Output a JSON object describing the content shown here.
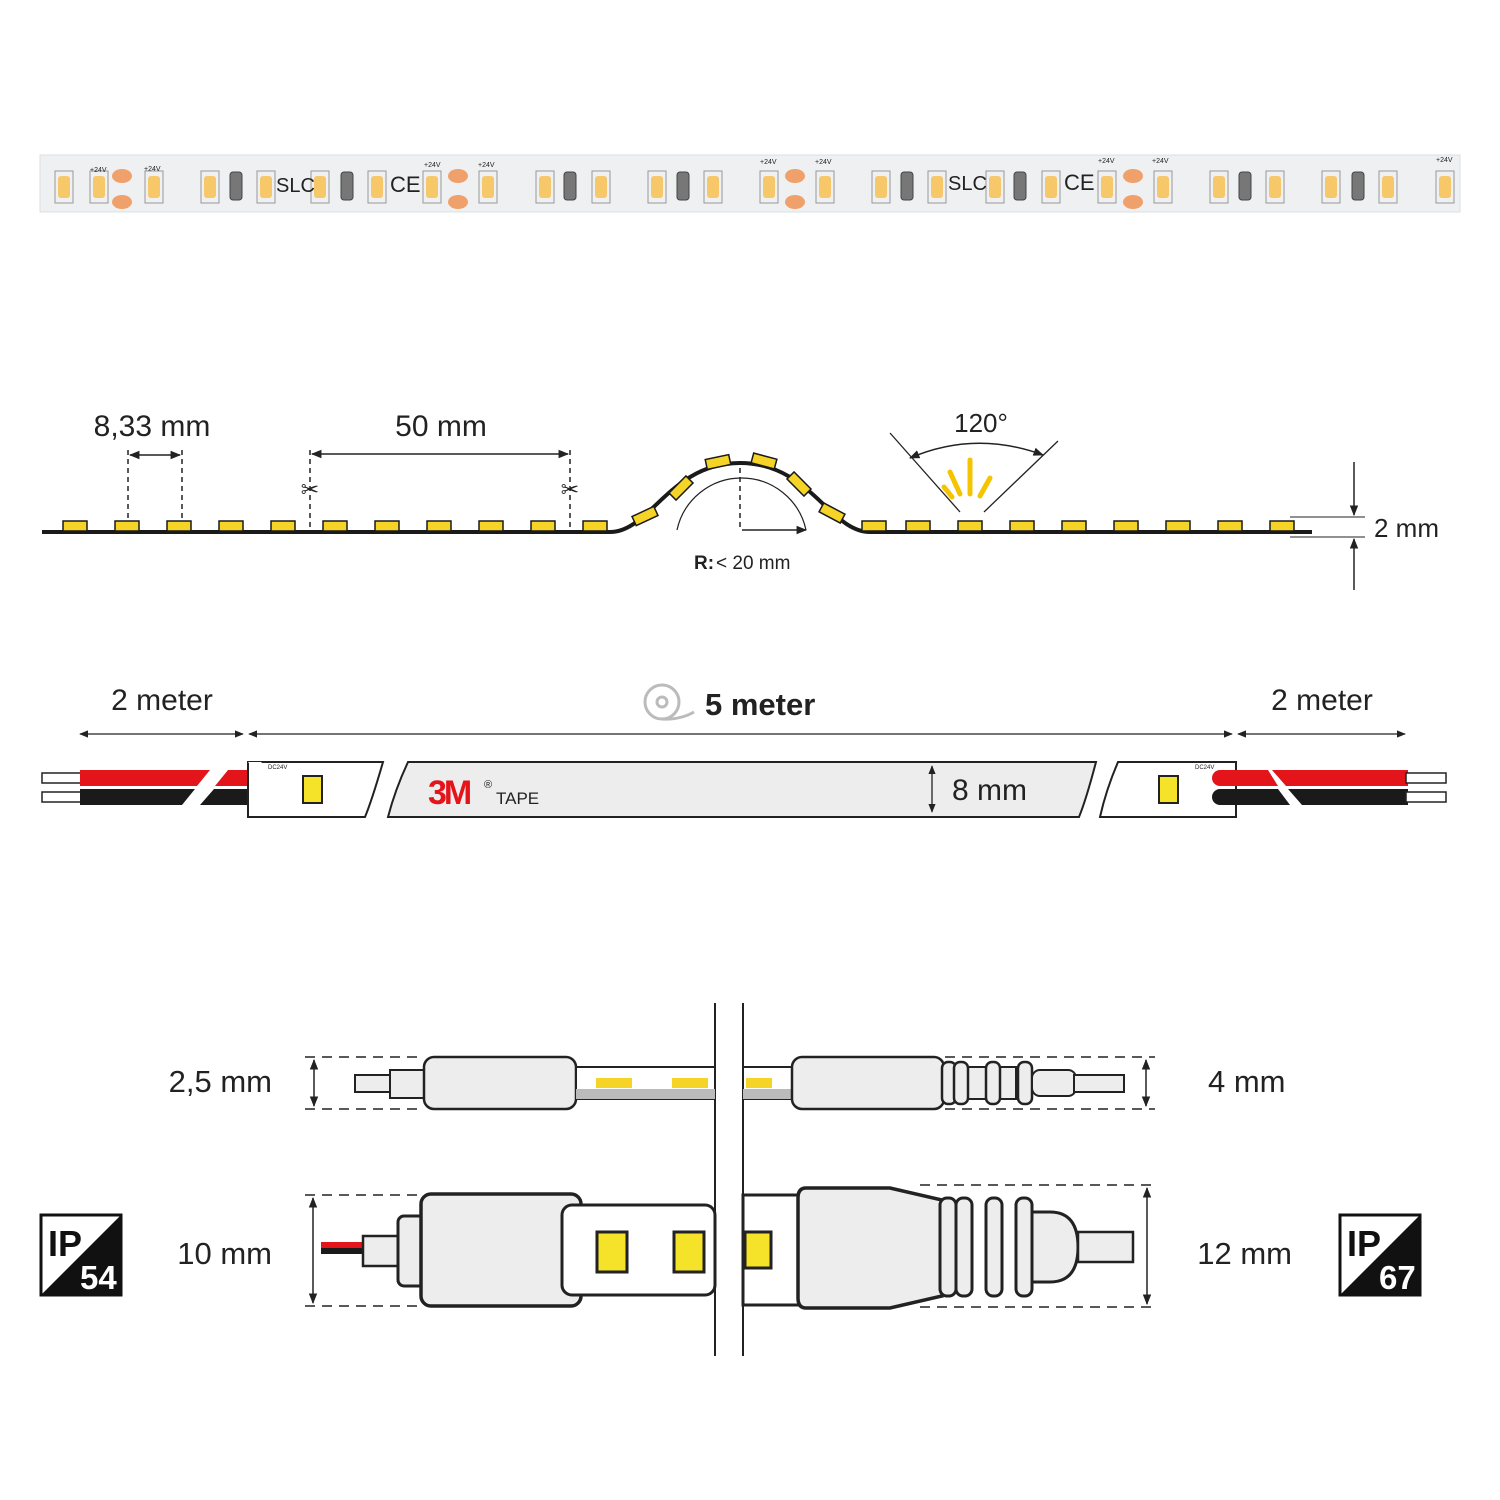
{
  "strip_photo": {
    "voltage_label": "+24V",
    "brand": "SLC",
    "mark": "CE"
  },
  "profile": {
    "led_pitch": "8,33 mm",
    "cut_length": "50 mm",
    "beam_angle": "120°",
    "thickness": "2 mm",
    "radius_prefix": "R:",
    "radius_value": "< 20 mm"
  },
  "length": {
    "left_cable": "2 meter",
    "strip": "5 meter",
    "right_cable": "2 meter",
    "width": "8 mm",
    "tape_brand": "3M",
    "tape_reg": "®",
    "tape_label": "TAPE",
    "pcb_label": "DC24V"
  },
  "connectors": {
    "ip54_height": "2,5 mm",
    "ip67_height": "4 mm",
    "ip54_width": "10 mm",
    "ip67_width": "12 mm",
    "badge_left": {
      "prefix": "IP",
      "rating": "54"
    },
    "badge_right": {
      "prefix": "IP",
      "rating": "67"
    }
  },
  "colors": {
    "led": "#f5d327",
    "wire_red": "#e3151a",
    "wire_black": "#1a1a1a",
    "tape": "#ededed"
  }
}
